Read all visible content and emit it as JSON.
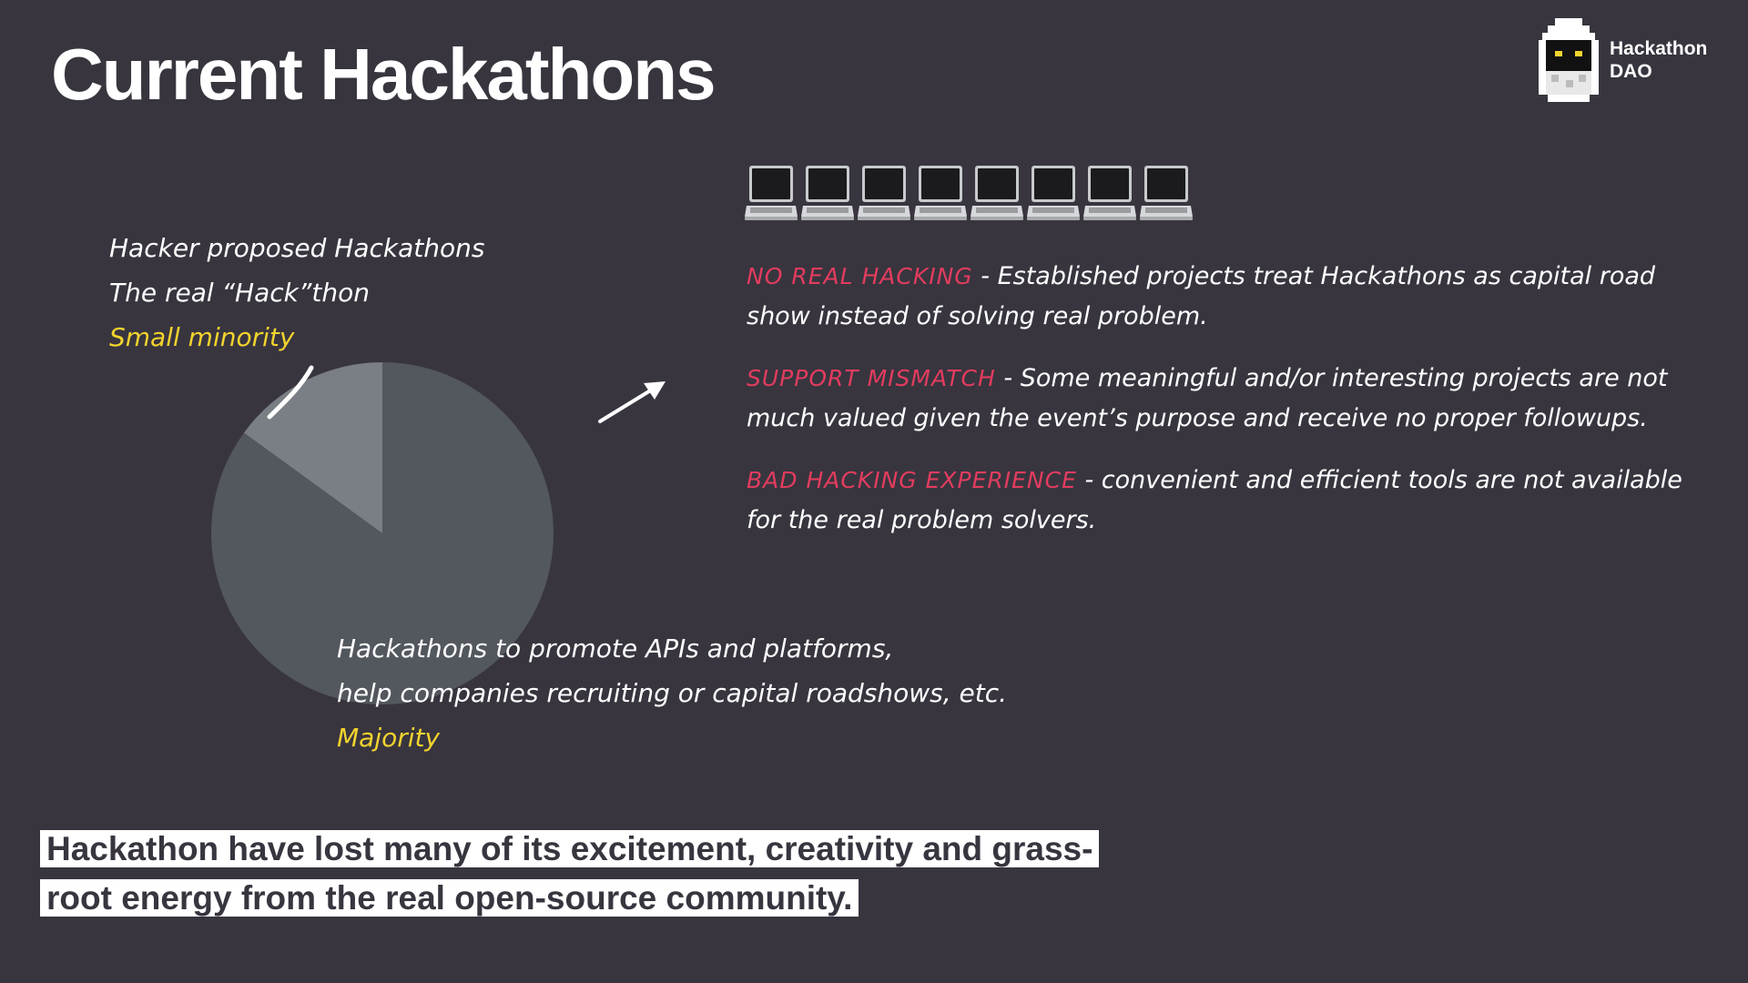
{
  "slide": {
    "title": "Current Hackathons"
  },
  "brand": {
    "line1": "Hackathon",
    "line2": "DAO",
    "icon": "pixel-ghost-logo-icon"
  },
  "pie_chart": {
    "type": "pie",
    "slices": [
      {
        "label": "Small minority",
        "value": 15,
        "color": "#7a7e85"
      },
      {
        "label": "Majority",
        "value": 85,
        "color": "#53575e"
      }
    ]
  },
  "minority": {
    "line1": "Hacker proposed Hackathons",
    "line2": "The real “Hack”thon",
    "label": "Small minority"
  },
  "majority": {
    "line1": "Hackathons to promote APIs and platforms,",
    "line2": "help companies recruiting or capital roadshows, etc.",
    "label": "Majority"
  },
  "laptops": {
    "count": 8,
    "icon": "laptop-icon"
  },
  "points": [
    {
      "heading": "NO REAL HACKING",
      "text": " - Established projects treat Hackathons as capital road show instead of solving real problem."
    },
    {
      "heading": "SUPPORT MISMATCH",
      "text": " - Some meaningful and/or interesting projects are not much valued given the event’s purpose and receive no proper followups."
    },
    {
      "heading": "BAD HACKING EXPERIENCE",
      "text": " - convenient and efficient tools are not available for the real problem solvers."
    }
  ],
  "conclusion": {
    "line1": "Hackathon have lost many of its excitement, creativity and grass-",
    "line2": "root energy from the real open-source community."
  },
  "colors": {
    "background": "#38353f",
    "highlight_yellow": "#f2d32e",
    "highlight_red": "#e23c5e"
  }
}
